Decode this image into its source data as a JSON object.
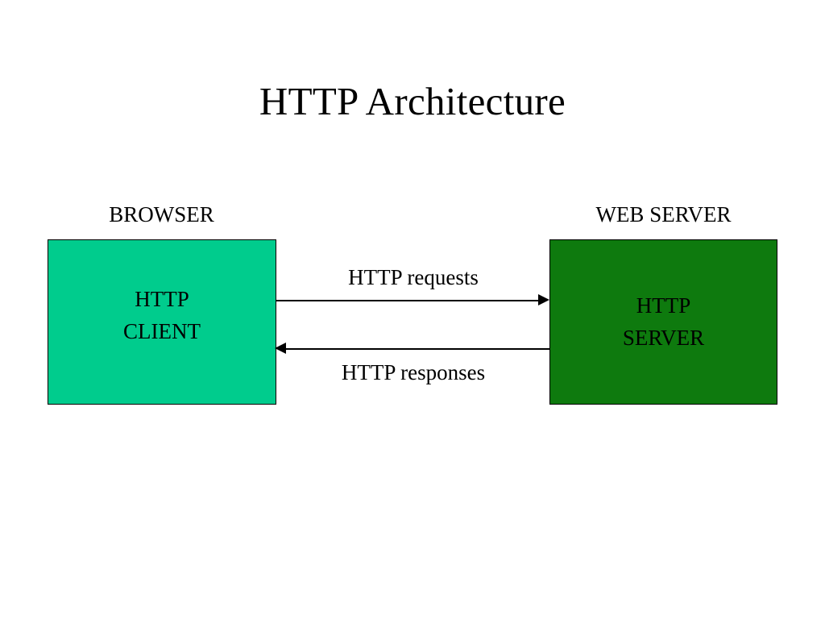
{
  "slide": {
    "title": "HTTP Architecture",
    "background_color": "#ffffff",
    "text_color": "#000000"
  },
  "diagram": {
    "type": "block-flow",
    "nodes": [
      {
        "id": "http-client",
        "caption": "BROWSER",
        "label_line1": "HTTP",
        "label_line2": "CLIENT",
        "fill_color": "#00cc8d",
        "border_color": "#000000"
      },
      {
        "id": "http-server",
        "caption": "WEB SERVER",
        "label_line1": "HTTP",
        "label_line2": "SERVER",
        "fill_color": "#0e7a0e",
        "border_color": "#000000"
      }
    ],
    "edges": [
      {
        "id": "requests",
        "label": "HTTP requests",
        "from": "http-client",
        "to": "http-server",
        "direction": "right",
        "color": "#000000"
      },
      {
        "id": "responses",
        "label": "HTTP responses",
        "from": "http-server",
        "to": "http-client",
        "direction": "left",
        "color": "#000000"
      }
    ]
  }
}
